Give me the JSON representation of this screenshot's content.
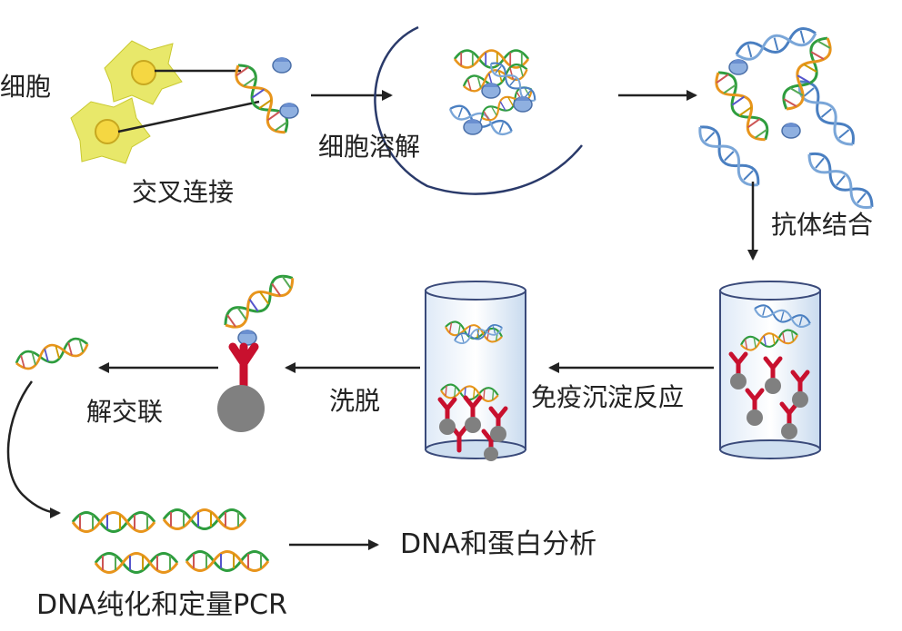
{
  "labels": {
    "cell": "细胞",
    "crosslink": "交叉连接",
    "lysis": "细胞溶解",
    "antibody": "抗体结合",
    "ip": "免疫沉淀反应",
    "elute": "洗脱",
    "reverse": "解交联",
    "purify": "DNA纯化和定量PCR",
    "analysis": "DNA和蛋白分析"
  },
  "colors": {
    "strand_green": "#2e9d3e",
    "strand_orange": "#e8951c",
    "strand_blue": "#4a7fc1",
    "protein": "#8fb0e0",
    "antibody": "#c8102e",
    "bead": "#808080",
    "cell": "#e8e86a",
    "nucleus": "#f5d742",
    "arrow": "#222222",
    "tube": "#b8d0ea"
  }
}
